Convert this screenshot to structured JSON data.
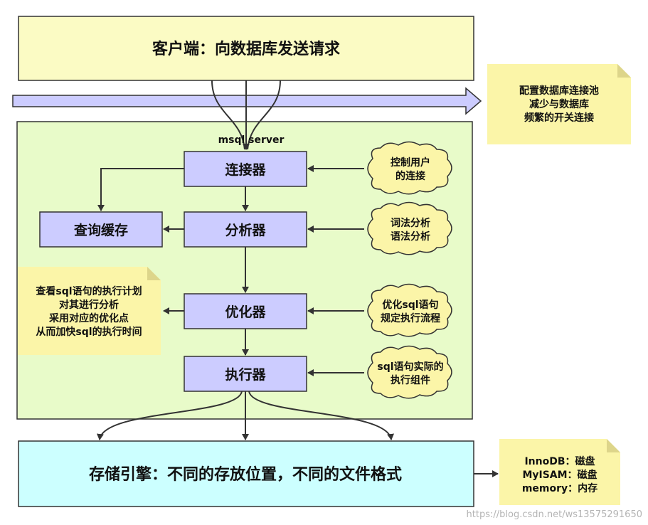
{
  "colors": {
    "client_fill": "#fbfbc4",
    "server_fill": "#e8fbc9",
    "component_fill": "#ccccff",
    "storage_fill": "#ccffff",
    "note_fill": "#fbf5a8",
    "note_fold": "#ddd58a",
    "cloud_fill": "#fbf5a8",
    "arrow_fill": "#ccccff",
    "line": "#333333"
  },
  "client": {
    "title": "客户端：向数据库发送请求"
  },
  "pool_note": {
    "lines": [
      "配置数据库连接池",
      "减少与数据库",
      "频繁的开关连接"
    ]
  },
  "server": {
    "label": "msql server"
  },
  "components": {
    "connector": "连接器",
    "query_cache": "查询缓存",
    "analyzer": "分析器",
    "optimizer": "优化器",
    "executor": "执行器"
  },
  "clouds": {
    "connector": [
      "控制用户",
      "的连接"
    ],
    "analyzer": [
      "词法分析",
      "语法分析"
    ],
    "optimizer": [
      "优化sql语句",
      "规定执行流程"
    ],
    "executor": [
      "sql语句实际的",
      "执行组件"
    ]
  },
  "optimizer_note": {
    "lines": [
      "查看sql语句的执行计划",
      "对其进行分析",
      "采用对应的优化点",
      "从而加快sql的执行时间"
    ]
  },
  "storage": {
    "title": "存储引擎：不同的存放位置，不同的文件格式"
  },
  "engines_note": {
    "lines": [
      "InnoDB：磁盘",
      "MyISAM：磁盘",
      "memory：内存"
    ]
  },
  "watermark": "https://blog.csdn.net/ws13575291650",
  "icons": {
    "arrow": "arrow-icon",
    "cloud": "cloud-icon",
    "note": "sticky-note-icon"
  }
}
